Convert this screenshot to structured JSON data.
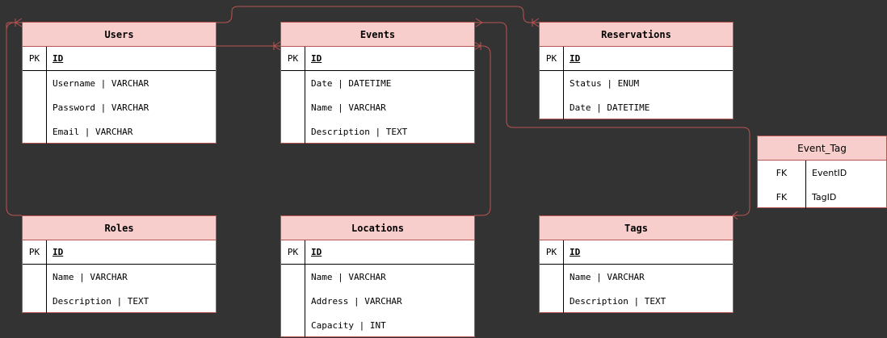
{
  "entities": {
    "users": {
      "title": "Users",
      "pk_label": "PK",
      "pk_field": "ID",
      "fields": [
        "Username | VARCHAR",
        "Password | VARCHAR",
        "Email | VARCHAR"
      ]
    },
    "events": {
      "title": "Events",
      "pk_label": "PK",
      "pk_field": "ID",
      "fields": [
        "Date | DATETIME",
        "Name | VARCHAR",
        "Description | TEXT"
      ]
    },
    "reservations": {
      "title": "Reservations",
      "pk_label": "PK",
      "pk_field": "ID",
      "fields": [
        "Status | ENUM",
        "Date | DATETIME"
      ]
    },
    "event_tag": {
      "title": "Event_Tag",
      "rows": [
        {
          "key": "FK",
          "field": "EventID"
        },
        {
          "key": "FK",
          "field": "TagID"
        }
      ]
    },
    "roles": {
      "title": "Roles",
      "pk_label": "PK",
      "pk_field": "ID",
      "fields": [
        "Name | VARCHAR",
        "Description | TEXT"
      ]
    },
    "locations": {
      "title": "Locations",
      "pk_label": "PK",
      "pk_field": "ID",
      "fields": [
        "Name | VARCHAR",
        "Address | VARCHAR",
        "Capacity | INT"
      ]
    },
    "tags": {
      "title": "Tags",
      "pk_label": "PK",
      "pk_field": "ID",
      "fields": [
        "Name | VARCHAR",
        "Description | TEXT"
      ]
    }
  },
  "colors": {
    "background": "#333333",
    "header_fill": "#f8cecc",
    "border": "#b85450",
    "connector": "#b85450"
  }
}
